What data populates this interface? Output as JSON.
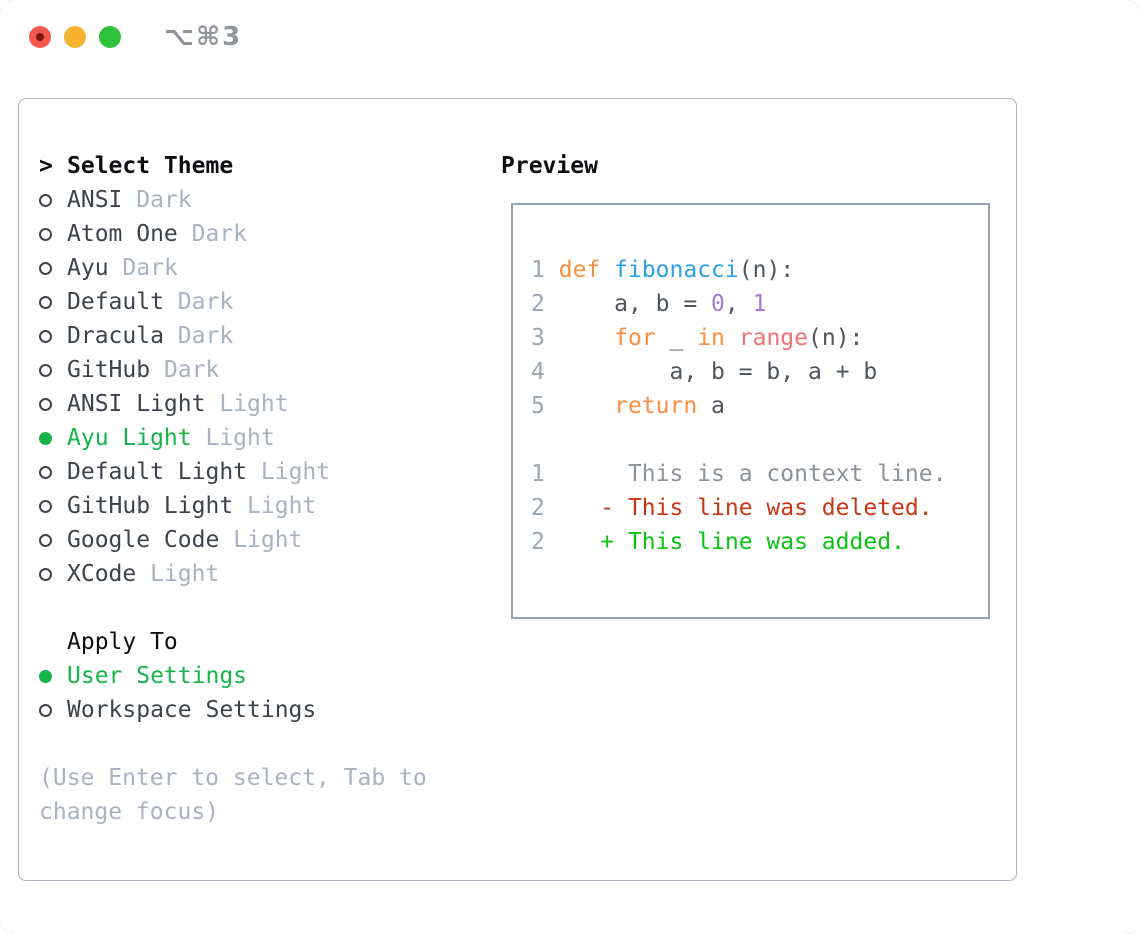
{
  "window": {
    "title": "⌥⌘3",
    "traffic_lights": {
      "close": "red",
      "minimize": "yellow",
      "zoom": "green"
    }
  },
  "theme_panel": {
    "header": {
      "prompt": ">",
      "label": "Select Theme"
    },
    "items": [
      {
        "name": "ANSI",
        "variant": "Dark",
        "selected": false
      },
      {
        "name": "Atom One",
        "variant": "Dark",
        "selected": false
      },
      {
        "name": "Ayu",
        "variant": "Dark",
        "selected": false
      },
      {
        "name": "Default",
        "variant": "Dark",
        "selected": false
      },
      {
        "name": "Dracula",
        "variant": "Dark",
        "selected": false
      },
      {
        "name": "GitHub",
        "variant": "Dark",
        "selected": false
      },
      {
        "name": "ANSI Light",
        "variant": "Light",
        "selected": false
      },
      {
        "name": "Ayu Light",
        "variant": "Light",
        "selected": true
      },
      {
        "name": "Default Light",
        "variant": "Light",
        "selected": false
      },
      {
        "name": "GitHub Light",
        "variant": "Light",
        "selected": false
      },
      {
        "name": "Google Code",
        "variant": "Light",
        "selected": false
      },
      {
        "name": "XCode",
        "variant": "Light",
        "selected": false
      }
    ]
  },
  "apply_panel": {
    "header": "Apply To",
    "items": [
      {
        "name": "User Settings",
        "selected": true
      },
      {
        "name": "Workspace Settings",
        "selected": false
      }
    ]
  },
  "help_text": "(Use Enter to select, Tab to change focus)",
  "preview": {
    "header": "Preview",
    "code_lines": [
      {
        "num": "1",
        "tokens": [
          {
            "text": " "
          },
          {
            "text": "def"
          },
          {
            "text": " "
          },
          {
            "text": "fibonacci"
          },
          {
            "text": "(n):"
          }
        ]
      },
      {
        "num": "2",
        "tokens": [
          {
            "text": "     a, b = "
          },
          {
            "text": "0"
          },
          {
            "text": ", "
          },
          {
            "text": "1"
          }
        ]
      },
      {
        "num": "3",
        "tokens": [
          {
            "text": "     "
          },
          {
            "text": "for"
          },
          {
            "text": " _ "
          },
          {
            "text": "in"
          },
          {
            "text": " "
          },
          {
            "text": "range"
          },
          {
            "text": "(n):"
          }
        ]
      },
      {
        "num": "4",
        "tokens": [
          {
            "text": "         a, b = b, a + b"
          }
        ]
      },
      {
        "num": "5",
        "tokens": [
          {
            "text": "     "
          },
          {
            "text": "return"
          },
          {
            "text": " a"
          }
        ]
      }
    ],
    "diff_lines": [
      {
        "num": "1",
        "text": "      This is a context line.",
        "type": "context"
      },
      {
        "num": "2",
        "text": "    - This line was deleted.",
        "type": "deleted"
      },
      {
        "num": "2",
        "text": "    + This line was added.",
        "type": "added"
      }
    ]
  },
  "colors": {
    "selected_green": "#17b549",
    "item_text": "#3d434c",
    "variant_muted": "#a9b2c0",
    "keyword_orange": "#fa8d3e",
    "function_blue": "#2da0e8",
    "number_purple": "#a678d8",
    "call_red": "#f07171",
    "code_text": "#4f555e",
    "line_number_gray": "#9aa6b2",
    "diff_context": "#8c9299",
    "diff_deleted": "#c63815",
    "diff_added": "#0cc316",
    "traffic_red": "#f2594f",
    "traffic_yellow": "#f7b32e",
    "traffic_green": "#2fc33c"
  }
}
